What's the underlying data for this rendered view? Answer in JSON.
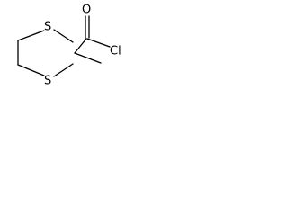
{
  "molecule": {
    "atoms": {
      "sulfur_top": "S",
      "sulfur_bottom": "S",
      "oxygen": "O",
      "chlorine": "Cl"
    }
  }
}
